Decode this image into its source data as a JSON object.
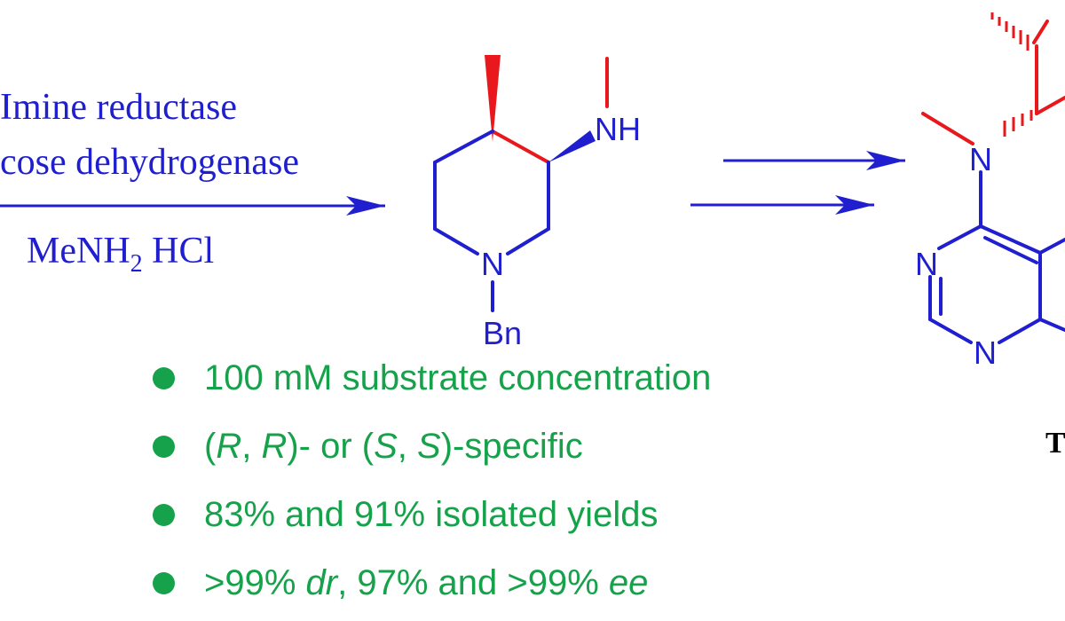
{
  "reaction": {
    "conditions": {
      "line1": "Imine reductase",
      "line2": "cose dehydrogenase",
      "reagent": "MeNH",
      "reagent_sub": "2",
      "reagent_tail": " HCl"
    },
    "product_atoms": {
      "nh": "NH",
      "n_ring": "N",
      "protecting_group": "Bn"
    },
    "target_atoms": {
      "n_amine": "N",
      "n_pyrimidine_1": "N",
      "n_pyrimidine_2": "N"
    },
    "target_label_partial": "T"
  },
  "bullets": [
    [
      {
        "t": "100 mM substrate concentration"
      }
    ],
    [
      {
        "t": "("
      },
      {
        "t": "R",
        "i": true
      },
      {
        "t": ", "
      },
      {
        "t": "R",
        "i": true
      },
      {
        "t": ")- or ("
      },
      {
        "t": "S",
        "i": true
      },
      {
        "t": ", "
      },
      {
        "t": "S",
        "i": true
      },
      {
        "t": ")-specific"
      }
    ],
    [
      {
        "t": "83% and 91% isolated yields"
      }
    ],
    [
      {
        "t": ">99% "
      },
      {
        "t": "dr",
        "i": true
      },
      {
        "t": ", 97% and >99% "
      },
      {
        "t": "ee",
        "i": true
      }
    ]
  ],
  "colors": {
    "structure_blue": "#1f1fd0",
    "stereo_red": "#e8181c",
    "bullet_green": "#15a24a"
  }
}
